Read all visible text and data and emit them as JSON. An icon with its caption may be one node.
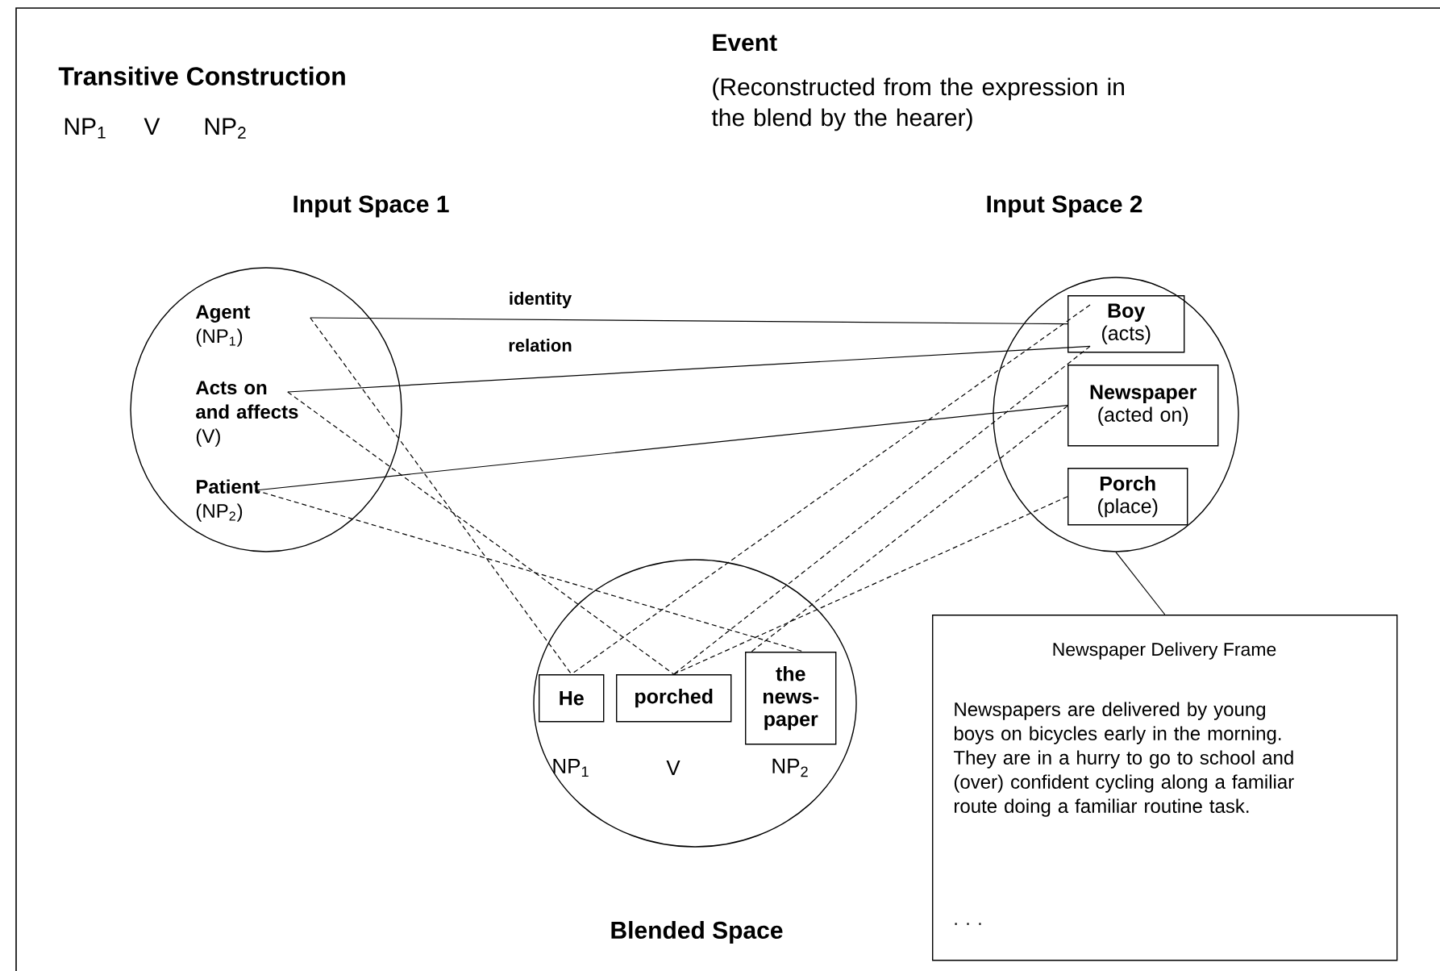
{
  "diagram": {
    "nodes": [
      {
        "text": [
          "Input Space 1"
        ]
      },
      {
        "text": [
          "Agent",
          "(NP$_{1}$)"
        ],
        "in": 0
      },
      {
        "text": [
          "Acts on and affects",
          "(V)"
        ],
        "in": 0
      },
      {
        "text": [
          "Patient",
          "(NP$_{2}$)"
        ],
        "in": 0
      },
      {
        "text": [
          "Input Space 2"
        ]
      },
      {
        "text": [
          "Boy",
          "(acts)"
        ],
        "in": 4
      },
      {
        "text": [
          "Newspaper",
          "(acted on)"
        ],
        "in": 4
      },
      {
        "text": [
          "Porch",
          "(place)"
        ],
        "in": 4
      },
      {
        "text": [
          "Blended Space"
        ]
      },
      {
        "text": [
          "He"
        ],
        "in": 8,
        "beside": [
          "NP$_{1}$"
        ]
      },
      {
        "text": [
          "porched"
        ],
        "in": 8,
        "beside": [
          "V"
        ]
      },
      {
        "text": [
          "the news-paper"
        ],
        "in": 8,
        "beside": [
          "NP$_{2}$"
        ]
      },
      {
        "text": [
          "Newspaper Delivery Frame",
          "Newspapers are delivered by young boys on bicycles early in the morning.  They are in a hurry to go to school and (over) confident cycling along a familiar route doing a familiar routine task.",
          ". . ."
        ]
      }
    ],
    "edges": [
      {
        "from": 1,
        "to": 5,
        "arrow": "none"
      },
      {
        "from": 2,
        "to": 5,
        "arrow": "none"
      },
      {
        "from": 3,
        "to": 6,
        "arrow": "none"
      },
      {
        "from": 1,
        "to": 9,
        "arrow": "none",
        "style": "dashed"
      },
      {
        "from": 2,
        "to": 10,
        "arrow": "none",
        "style": "dashed"
      },
      {
        "from": 3,
        "to": 11,
        "arrow": "none",
        "style": "dashed"
      },
      {
        "from": 5,
        "to": 9,
        "arrow": "none",
        "style": "dashed"
      },
      {
        "from": 5,
        "to": 10,
        "arrow": "none",
        "style": "dashed"
      },
      {
        "from": 6,
        "to": 11,
        "arrow": "none",
        "style": "dashed"
      },
      {
        "from": 7,
        "to": 10,
        "arrow": "none",
        "style": "dashed"
      },
      {
        "from": 4,
        "to": 12,
        "arrow": "none"
      }
    ],
    "labels": [
      "Transitive Construction",
      "NP$_{1}$",
      "V",
      "NP$_{2}$",
      "Event",
      "(Reconstructed from the expression in the blend by the hearer)",
      "identity",
      "relation"
    ]
  }
}
